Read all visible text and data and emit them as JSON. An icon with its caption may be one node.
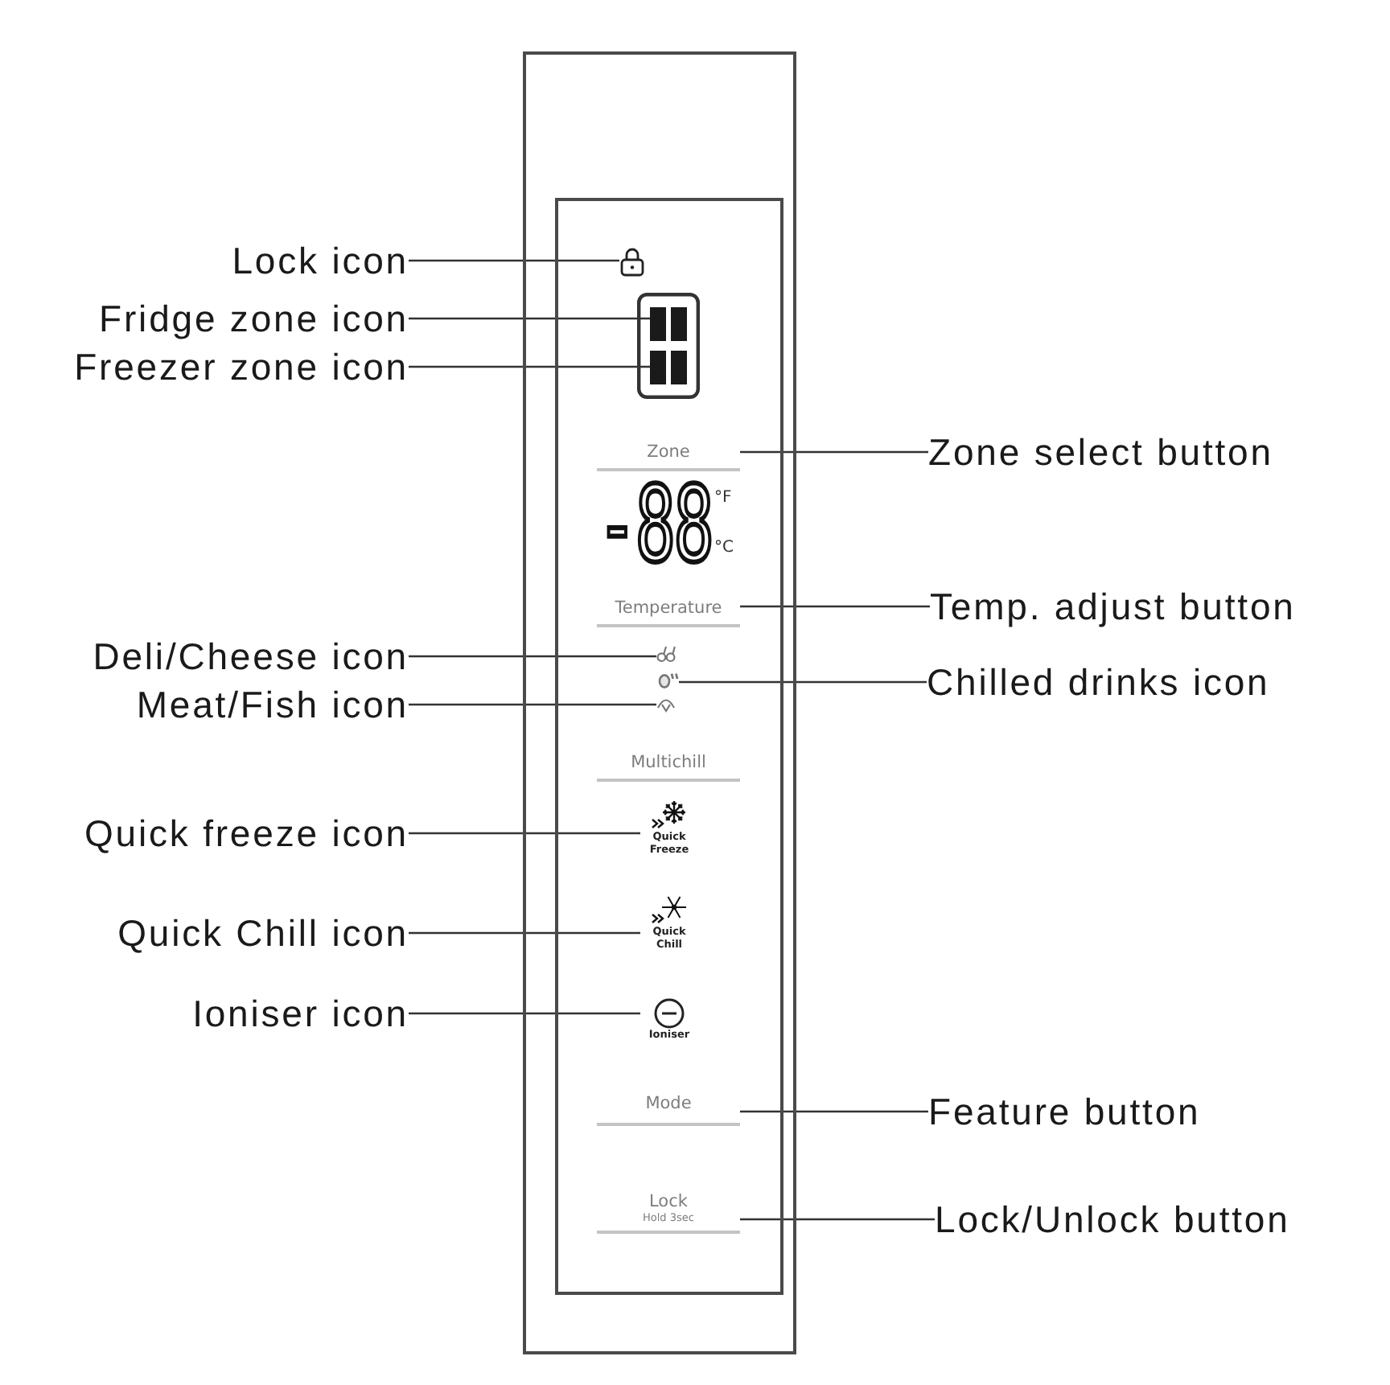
{
  "diagram": {
    "nodes": [
      {
        "text": [],
        "shape": "box"
      },
      {
        "text": [],
        "shape": "box",
        "in": 0
      },
      {
        "text": [],
        "shape": "picture",
        "in": 1
      },
      {
        "text": [],
        "shape": "bar",
        "in": 1
      },
      {
        "text": [],
        "shape": "bar",
        "in": 1
      },
      {
        "text": [
          "Zone"
        ],
        "in": 1
      },
      {
        "text": [
          "Temperature"
        ],
        "in": 1
      },
      {
        "text": [],
        "shape": "picture",
        "in": 1
      },
      {
        "text": [],
        "shape": "picture",
        "in": 1
      },
      {
        "text": [],
        "shape": "picture",
        "in": 1
      },
      {
        "text": [
          "Quick Freeze"
        ],
        "in": 1
      },
      {
        "text": [
          "Quick Chill"
        ],
        "in": 1
      },
      {
        "text": [
          "Ioniser"
        ],
        "in": 1
      },
      {
        "text": [
          "Mode"
        ],
        "in": 1
      },
      {
        "text": [
          "Lock",
          "Hold 3sec"
        ],
        "in": 1
      },
      {
        "text": [
          "Lock icon"
        ]
      },
      {
        "text": [
          "Fridge zone icon"
        ]
      },
      {
        "text": [
          "Freezer zone icon"
        ]
      },
      {
        "text": [
          "Zone select button"
        ]
      },
      {
        "text": [
          "Temp. adjust button"
        ]
      },
      {
        "text": [
          "Deli/Cheese icon"
        ]
      },
      {
        "text": [
          "Chilled drinks icon"
        ]
      },
      {
        "text": [
          "Meat/Fish icon"
        ]
      },
      {
        "text": [
          "Quick freeze icon"
        ]
      },
      {
        "text": [
          "Quick Chill icon"
        ]
      },
      {
        "text": [
          "Ioniser icon"
        ]
      },
      {
        "text": [
          "Feature button"
        ]
      },
      {
        "text": [
          "Lock/Unlock button"
        ]
      }
    ],
    "edges": [
      {
        "from": 15,
        "to": 2,
        "arrow": "none"
      },
      {
        "from": 16,
        "to": 3,
        "arrow": "none"
      },
      {
        "from": 17,
        "to": 4,
        "arrow": "none"
      },
      {
        "from": 18,
        "to": 5,
        "arrow": "none"
      },
      {
        "from": 19,
        "to": 6,
        "arrow": "none"
      },
      {
        "from": 20,
        "to": 7,
        "arrow": "none"
      },
      {
        "from": 21,
        "to": 8,
        "arrow": "none"
      },
      {
        "from": 22,
        "to": 9,
        "arrow": "none"
      },
      {
        "from": 23,
        "to": 10,
        "arrow": "none"
      },
      {
        "from": 24,
        "to": 11,
        "arrow": "none"
      },
      {
        "from": 25,
        "to": 12,
        "arrow": "none"
      },
      {
        "from": 26,
        "to": 13,
        "arrow": "none"
      },
      {
        "from": 27,
        "to": 14,
        "arrow": "none"
      }
    ],
    "labels": [
      "-88",
      "°F",
      "°C",
      "Multichill"
    ]
  }
}
